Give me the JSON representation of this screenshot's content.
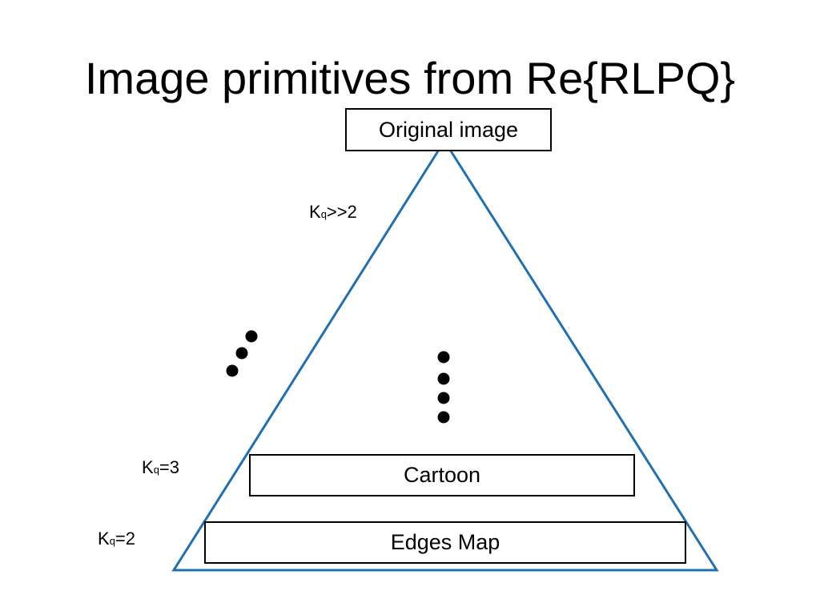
{
  "slide": {
    "title": "Image primitives from Re{RLPQ}"
  },
  "boxes": {
    "original": "Original image",
    "cartoon": "Cartoon",
    "edges": "Edges Map"
  },
  "levels": [
    {
      "main": "K",
      "sub": "q",
      "rest": ">>2"
    },
    {
      "main": "K",
      "sub": "q",
      "rest": "=3"
    },
    {
      "main": "K",
      "sub": "q",
      "rest": "=2"
    }
  ],
  "colors": {
    "triangle_stroke": "#1f6fb2",
    "text": "#000000",
    "box_border": "#000000"
  },
  "icons": {
    "ellipsis_diagonal": "dots",
    "ellipsis_vertical": "dots"
  }
}
